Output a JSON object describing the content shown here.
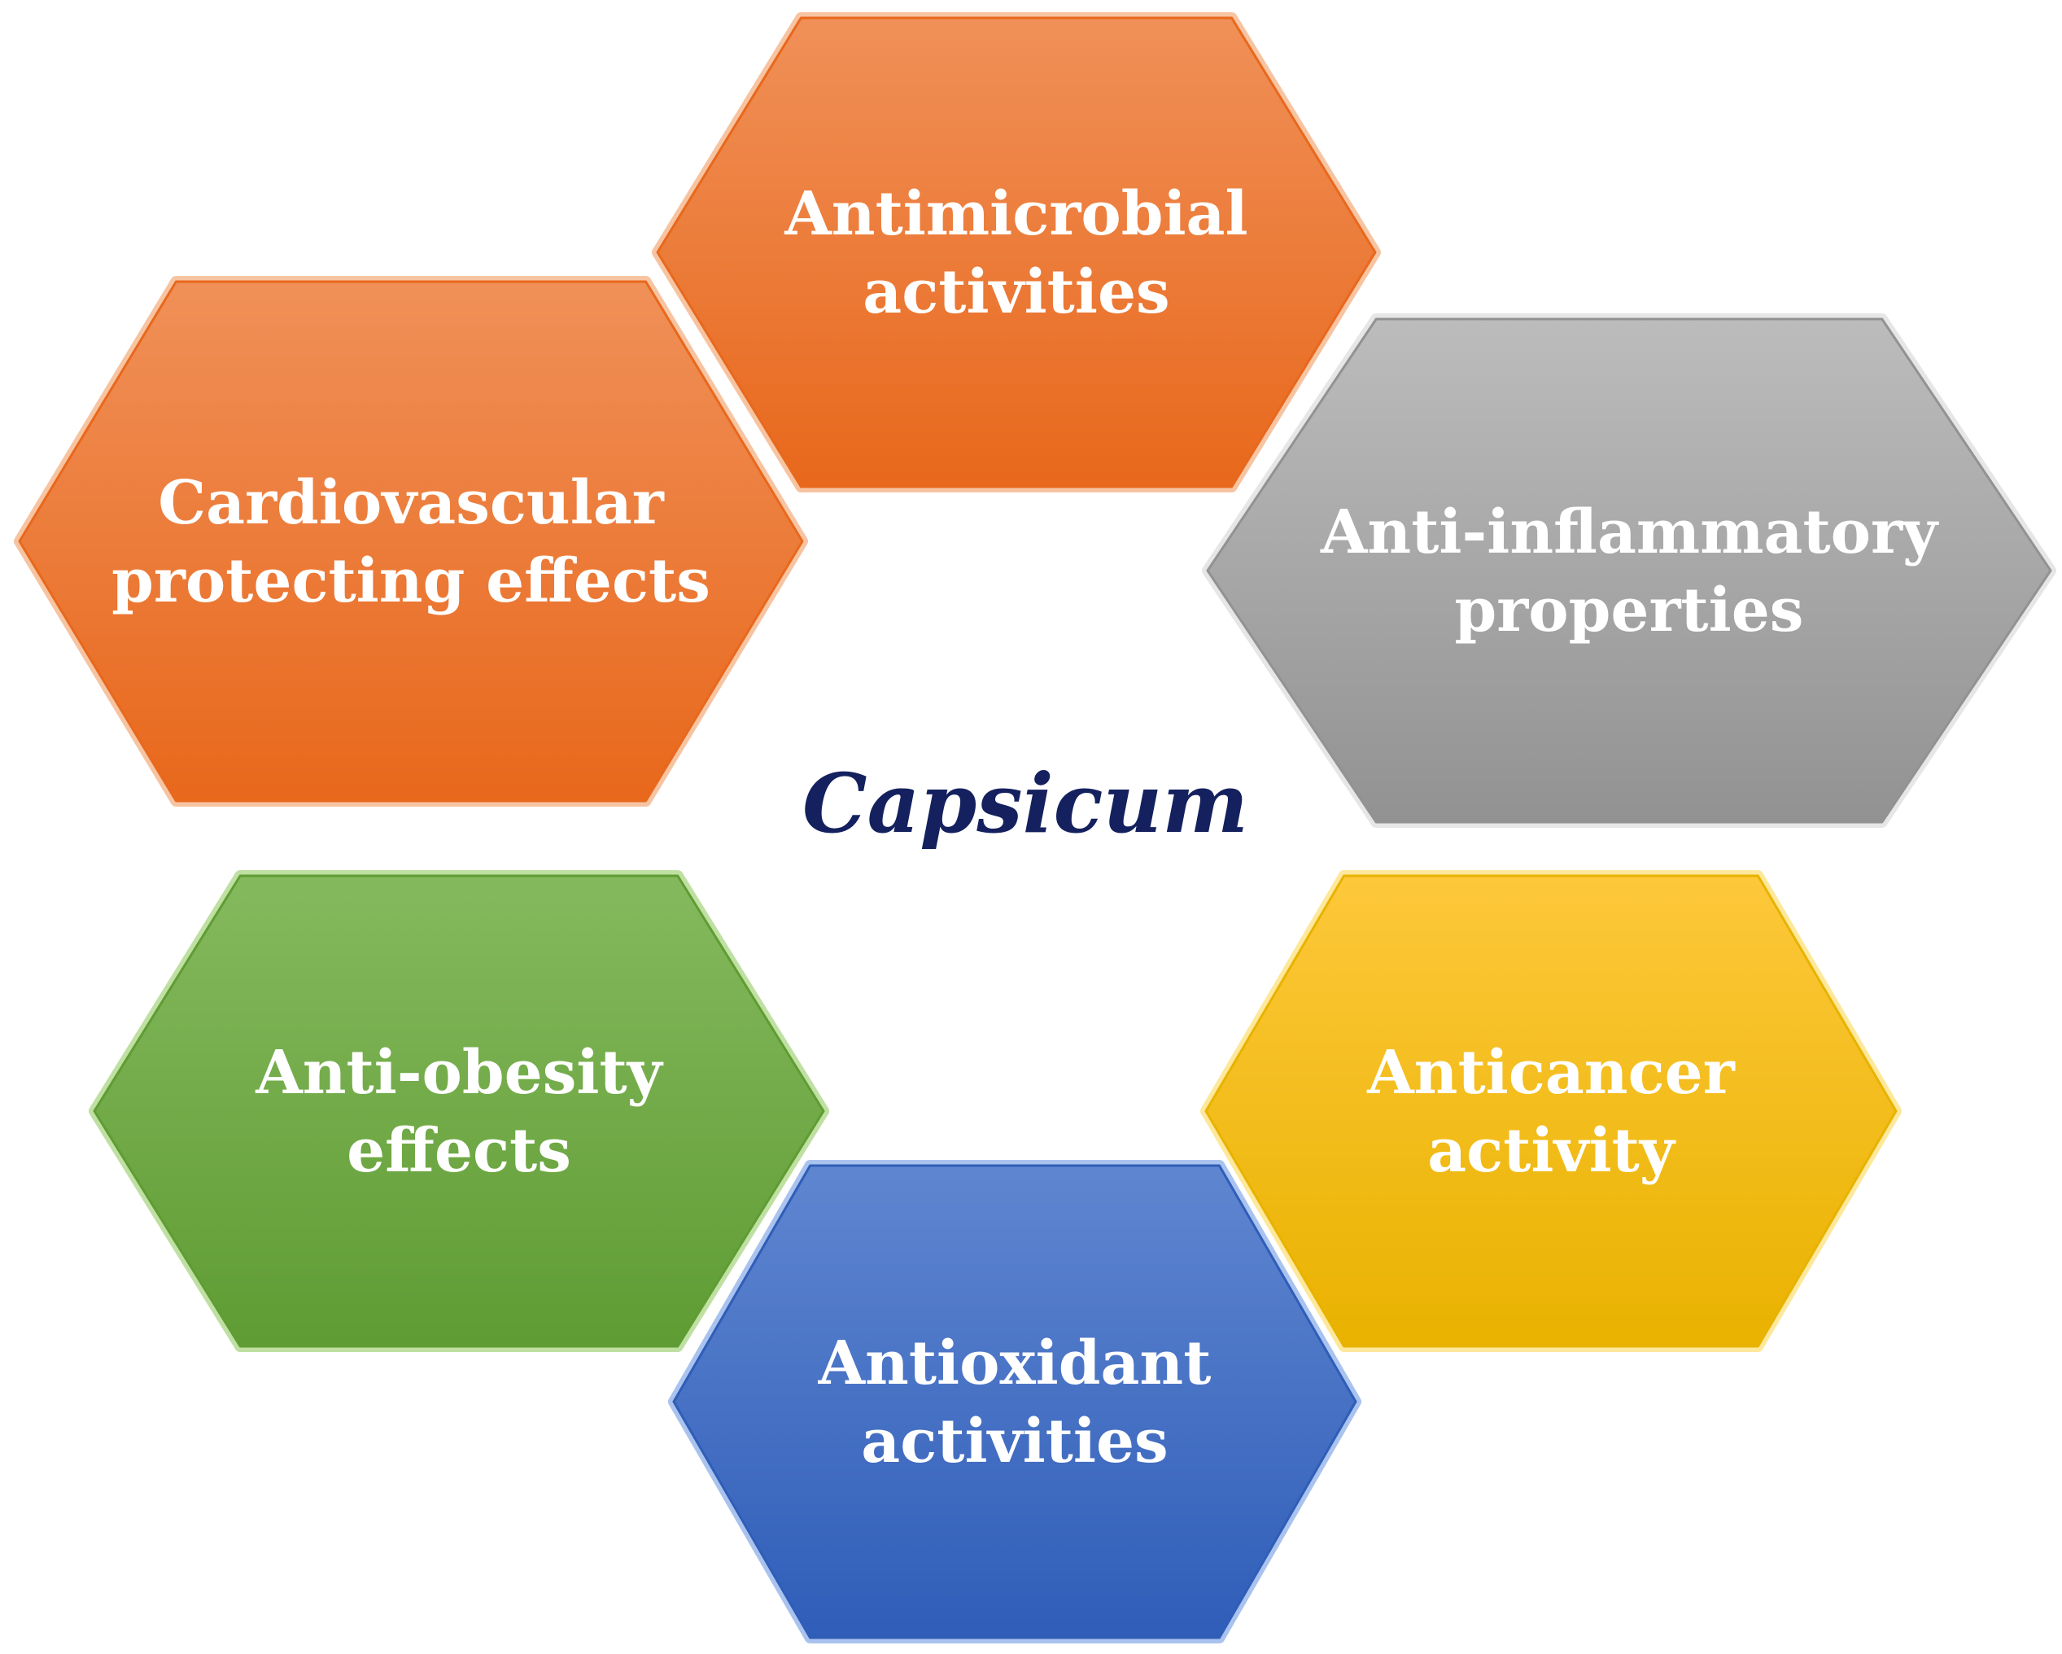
{
  "center": {
    "label": "Capsicum",
    "color": "#14215e"
  },
  "nodes": [
    {
      "id": "antimicrobial",
      "lines": [
        "Antimicrobial",
        "activities"
      ],
      "color_top": "#f09058",
      "color_bottom": "#e8681c",
      "edge": "#f7c4a2"
    },
    {
      "id": "anti-inflammatory",
      "lines": [
        "Anti-inflammatory",
        "properties"
      ],
      "color_top": "#bcbcbc",
      "color_bottom": "#929292",
      "edge": "#e6e6e6"
    },
    {
      "id": "anticancer",
      "lines": [
        "Anticancer",
        "activity"
      ],
      "color_top": "#fdc83a",
      "color_bottom": "#e9b200",
      "edge": "#fde89c"
    },
    {
      "id": "antioxidant",
      "lines": [
        "Antioxidant",
        "activities"
      ],
      "color_top": "#5f86d0",
      "color_bottom": "#2f5db8",
      "edge": "#a9c3ee"
    },
    {
      "id": "anti-obesity",
      "lines": [
        "Anti-obesity",
        "effects"
      ],
      "color_top": "#85b95e",
      "color_bottom": "#5f9c33",
      "edge": "#bfe0a2"
    },
    {
      "id": "cardiovascular",
      "lines": [
        "Cardiovascular",
        "protecting effects"
      ],
      "color_top": "#f09058",
      "color_bottom": "#e8681c",
      "edge": "#f7c4a2"
    }
  ]
}
